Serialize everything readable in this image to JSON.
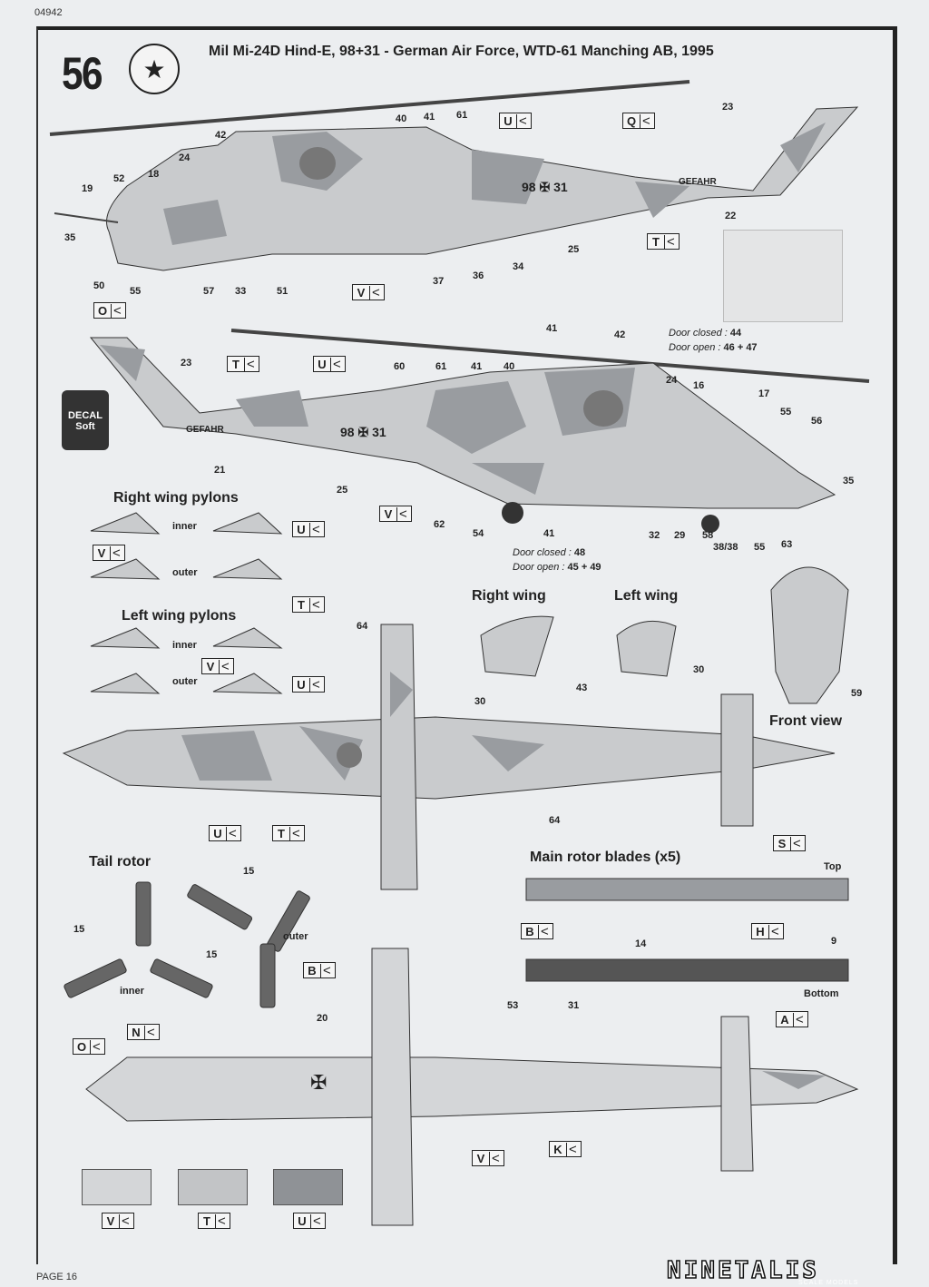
{
  "header": {
    "code": "04942",
    "page": "PAGE 16",
    "step": "56",
    "title": "Mil Mi-24D Hind-E, 98+31 - German Air Force, WTD-61 Manching AB, 1995"
  },
  "colors": {
    "V": "#d4d6d8",
    "T": "#c2c4c6",
    "U": "#8f9296",
    "background": "#eceef0"
  },
  "markings": {
    "serial": "98 ✠ 31",
    "warning": "GEFAHR",
    "decal_label": "DECAL",
    "decal_sub": "Soft"
  },
  "side1": [
    "40",
    "41",
    "61",
    "42",
    "24",
    "52",
    "18",
    "19",
    "35",
    "50",
    "55",
    "57",
    "33",
    "51",
    "37",
    "36",
    "34",
    "25",
    "23",
    "22"
  ],
  "side1_flags": [
    "U",
    "Q",
    "T",
    "V",
    "O"
  ],
  "side2": [
    "23",
    "60",
    "61",
    "41",
    "40",
    "41",
    "42",
    "24",
    "16",
    "17",
    "55",
    "56",
    "35",
    "63",
    "55",
    "38/38",
    "58",
    "29",
    "32",
    "41",
    "54",
    "62",
    "25",
    "21"
  ],
  "side2_flags": [
    "T",
    "U",
    "V"
  ],
  "doors": {
    "closed_a": "Door closed : ",
    "closed_a_val": "44",
    "open_a": "Door open : ",
    "open_a_val": "46 + 47",
    "closed_b": "Door closed : ",
    "closed_b_val": "48",
    "open_b": "Door open : ",
    "open_b_val": "45 + 49"
  },
  "pylons": {
    "right_title": "Right wing pylons",
    "left_title": "Left wing pylons",
    "inner": "inner",
    "outer": "outer",
    "flags": [
      "U",
      "V",
      "T",
      "V",
      "U"
    ]
  },
  "wings": {
    "right": "Right wing",
    "left": "Left wing",
    "callouts": [
      "43",
      "30",
      "30"
    ]
  },
  "front": {
    "title": "Front view",
    "callout": "59"
  },
  "top": {
    "callouts": [
      "64",
      "64"
    ],
    "flags": [
      "U",
      "T"
    ]
  },
  "tail_rotor": {
    "title": "Tail rotor",
    "callouts": [
      "15",
      "15",
      "15"
    ],
    "outer": "outer",
    "inner": "inner",
    "flags": [
      "B",
      "N"
    ]
  },
  "blades": {
    "title": "Main rotor blades (x5)",
    "top": "Top",
    "bottom": "Bottom",
    "callouts": [
      "14",
      "9",
      "53",
      "31"
    ],
    "flags": [
      "S",
      "B",
      "H",
      "A"
    ]
  },
  "bottom": {
    "callouts": [
      "20"
    ],
    "flags": [
      "O",
      "V",
      "K"
    ]
  },
  "swatches": [
    "V",
    "T",
    "U"
  ],
  "logo": {
    "name": "NINETALIS",
    "sub": "SCALE MODELS"
  }
}
